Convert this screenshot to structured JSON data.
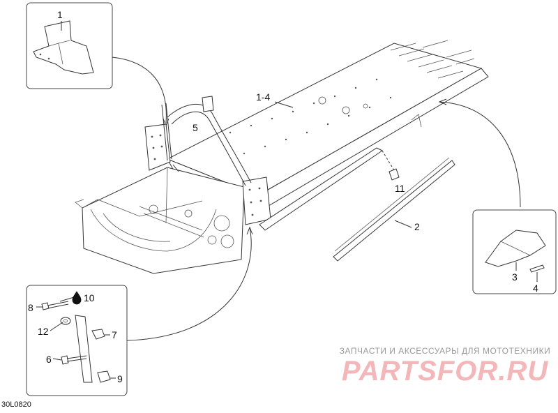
{
  "callouts": {
    "c1": "1",
    "c1_4": "1-4",
    "c2": "2",
    "c3": "3",
    "c4": "4",
    "c5": "5",
    "c6": "6",
    "c7": "7",
    "c8": "8",
    "c9": "9",
    "c10": "10",
    "c11": "11",
    "c12": "12"
  },
  "footer": {
    "drawing_code": "30L0820"
  },
  "watermark": {
    "tagline": "ЗАПЧАСТИ И АКСЕССУАРЫ ДЛЯ МОТОТЕХНИКИ",
    "logo": "PARTSFOR.RU"
  },
  "icons": {
    "oil_drop": "oil-drop-icon"
  },
  "colors": {
    "line": "#333333",
    "watermark_logo": "#f3b7b9",
    "watermark_text": "#9a9a9a"
  }
}
